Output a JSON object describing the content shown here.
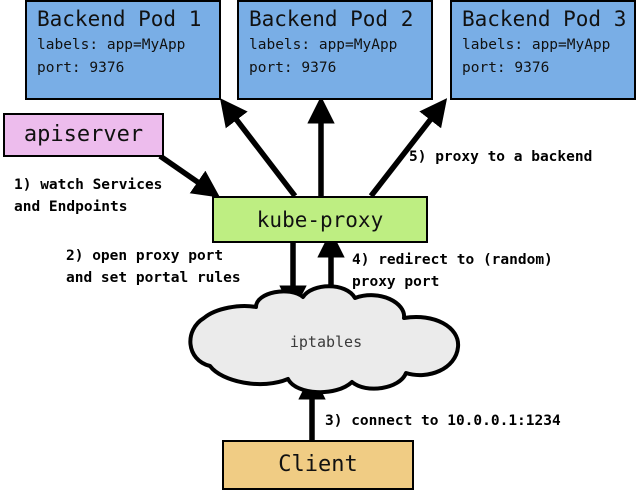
{
  "diagram": {
    "title": "kube-proxy service proxying diagram",
    "colors": {
      "pod_fill": "#79AEE6",
      "apiserver_fill": "#EDBCED",
      "kubeproxy_fill": "#BEEE82",
      "client_fill": "#F0CC84",
      "cloud_fill": "#EBEBEB",
      "stroke": "#000000"
    },
    "pods": [
      {
        "title": "Backend Pod 1",
        "labels": "labels: app=MyApp",
        "port": "port: 9376"
      },
      {
        "title": "Backend Pod 2",
        "labels": "labels: app=MyApp",
        "port": "port: 9376"
      },
      {
        "title": "Backend Pod 3",
        "labels": "labels: app=MyApp",
        "port": "port: 9376"
      }
    ],
    "apiserver": {
      "label": "apiserver"
    },
    "kubeproxy": {
      "label": "kube-proxy"
    },
    "cloud": {
      "label": "iptables"
    },
    "client": {
      "label": "Client"
    },
    "steps": [
      {
        "id": "1",
        "line1": "1) watch Services",
        "line2": "and Endpoints"
      },
      {
        "id": "2",
        "line1": "2) open proxy port",
        "line2": "and set portal rules"
      },
      {
        "id": "3",
        "line1": "3) connect to 10.0.0.1:1234",
        "line2": ""
      },
      {
        "id": "4",
        "line1": "4) redirect to (random)",
        "line2": "proxy port"
      },
      {
        "id": "5",
        "line1": "5) proxy to a backend",
        "line2": ""
      }
    ]
  }
}
